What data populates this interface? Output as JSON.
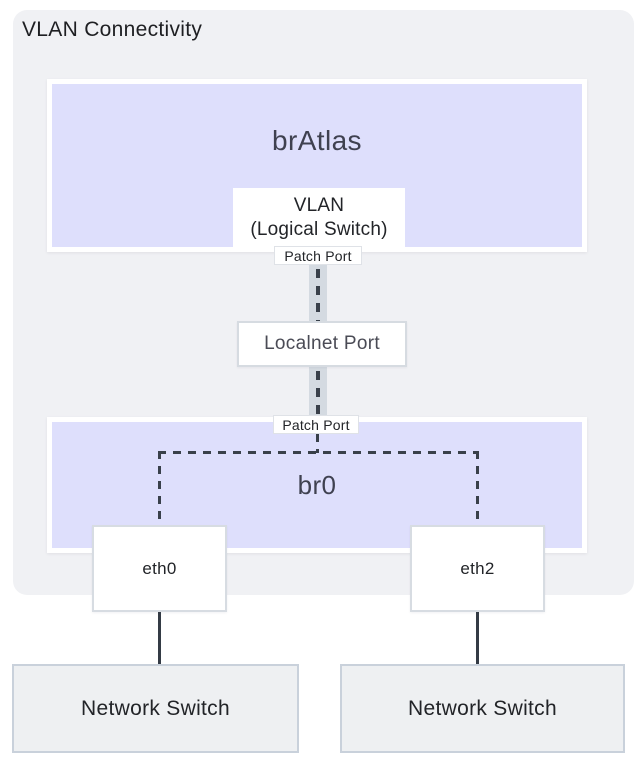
{
  "title": "VLAN Connectivity",
  "nodes": {
    "br_atlas": {
      "label": "brAtlas"
    },
    "vlan": {
      "line1": "VLAN",
      "line2": "(Logical Switch)"
    },
    "patch_port_top": {
      "label": "Patch Port"
    },
    "localnet": {
      "label": "Localnet Port"
    },
    "patch_port_bottom": {
      "label": "Patch Port"
    },
    "br0": {
      "label": "br0"
    },
    "eth0": {
      "label": "eth0"
    },
    "eth2": {
      "label": "eth2"
    },
    "switch_left": {
      "label": "Network Switch"
    },
    "switch_right": {
      "label": "Network Switch"
    }
  },
  "colors": {
    "container": "#f0f1f4",
    "node_fill": "#dedffc",
    "node_text": "#3f4150",
    "band": "#d4dae1",
    "dash": "#39404a",
    "line": "#343b45",
    "switch_fill": "#eef0f2",
    "switch_border": "#c9d1db",
    "text_dark": "#222428"
  }
}
